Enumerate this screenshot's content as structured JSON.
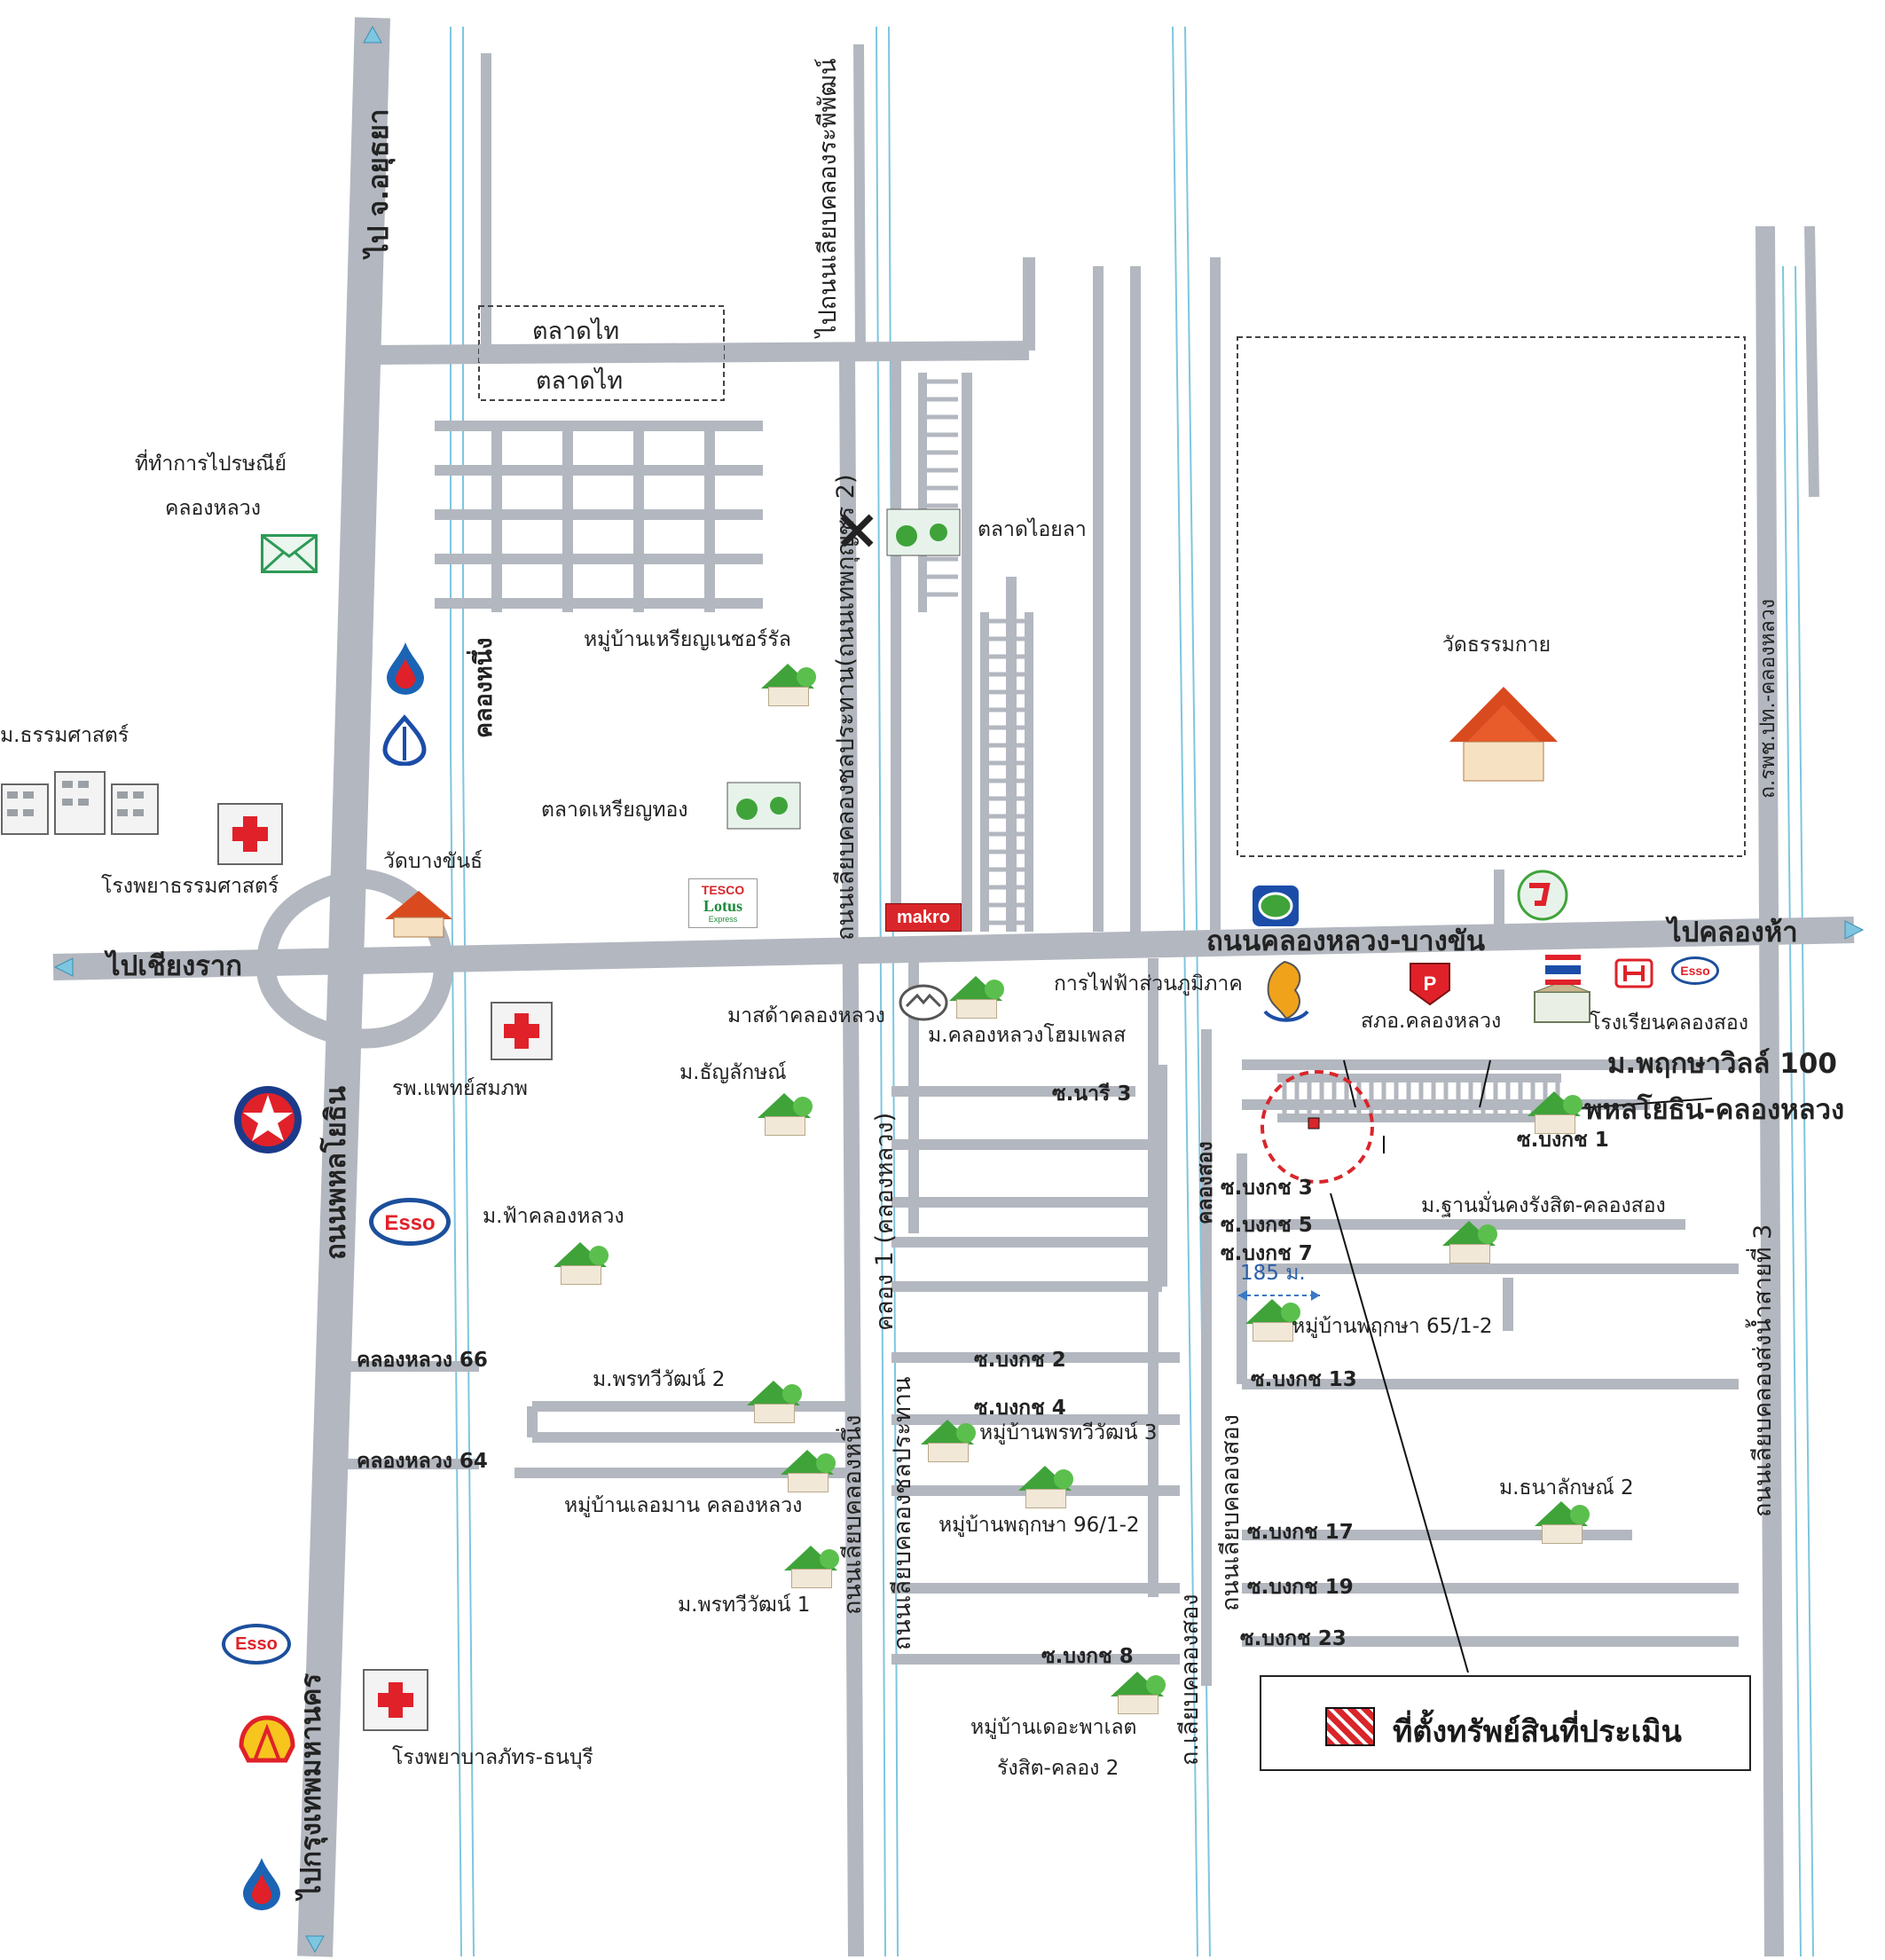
{
  "colors": {
    "road": "#b3b7bf",
    "road_dark": "#a4a9b1",
    "canal": "#7ec6df",
    "legend_marker": "#d9262b",
    "house_green": "#3fa33a",
    "esso_blue": "#1c4f9c",
    "esso_red": "#e0212a",
    "ptt_blue": "#1b64b4",
    "temple_roof": "#d94a1f"
  },
  "roads": {
    "phahonyothin": "ถนนพหลโยธิน",
    "khlong_luang_bang_khan": "ถนนคลองหลวง-บางขัน",
    "canal_road_premprachakorn": "ถนนเลียบคลองชลประทาน(ถนนเทพกุญชร 2)",
    "to_canal_road_phraphimol": "ไปถนนเลียบคลองระพีพัฒน์",
    "khlong_song_road_1": "ถนนเลียบคลองสอง",
    "khlong_song_road_2": "ถ.เลียบคลองสอง",
    "khlong_1_road": "ถนนเลียบคลองหนึ่ง",
    "khlong_1_label": "คลอง 1 (คลองหลวง)",
    "canal_road_chonprathan": "ถนนเลียบคลองชลประทาน",
    "right_road": "ถ.รพช.ปท.-คลองหลวง",
    "right_canal_road": "ถนนเลียบคลองส่งน้ำสายที่ 3",
    "khlong_nueng": "คลองหนึ่ง",
    "khlong_song": "คลองสอง",
    "to_ayutthaya": "ไป จ.อยุธยา",
    "to_bangkok": "ไปกรุงเทพมหานคร",
    "to_chiang_rak": "ไปเชียงราก",
    "to_khlong_ha": "ไปคลองห้า"
  },
  "sois": {
    "nari_3": "ซ.นารี 3",
    "bongkot_1": "ซ.บงกช 1",
    "bongkot_2": "ซ.บงกช 2",
    "bongkot_3": "ซ.บงกช 3",
    "bongkot_4": "ซ.บงกช 4",
    "bongkot_5": "ซ.บงกช 5",
    "bongkot_7": "ซ.บงกช 7",
    "bongkot_8": "ซ.บงกช 8",
    "bongkot_13": "ซ.บงกช 13",
    "bongkot_17": "ซ.บงกช 17",
    "bongkot_19": "ซ.บงกช 19",
    "bongkot_23": "ซ.บงกช 23",
    "khlong_luang_66": "คลองหลวง 66",
    "khlong_luang_64": "คลองหลวง 64"
  },
  "places": {
    "talad_thai_1": "ตลาดไท",
    "talad_thai_2": "ตลาดไท",
    "post_office_1": "ที่ทำการไปรษณีย์",
    "post_office_2": "คลองหลวง",
    "thammasat_u": "ม.ธรรมศาสตร์",
    "thammasat_hospital": "โรงพยาธรรมศาสตร์",
    "wat_bang_khan": "วัดบางขันธ์",
    "rp_phaet_sompop": "รพ.แพทย์สมภพ",
    "m_fa_khlong_luang": "ม.ฟ้าคลองหลวง",
    "m_pornthawee_2": "ม.พรทวีวัฒน์ 2",
    "m_pornthawee_1": "ม.พรทวีวัฒน์ 1",
    "leomarn_village": "หมู่บ้านเลอมาน คลองหลวง",
    "pornthawee_3": "หมู่บ้านพรทวีวัฒน์ 3",
    "pruksa_96": "หมู่บ้านพฤกษา 96/1-2",
    "the_palace_1": "หมู่บ้านเดอะพาเลต",
    "the_palace_2": "รังสิต-คลอง 2",
    "bhattara_hospital": "โรงพยาบาลภัทร-ธนบุรี",
    "tanya_luck": "ม.ธัญลักษณ์",
    "mazda": "มาสด้าคลองหลวง",
    "home_place": "ม.คลองหลวงโฮมเพลส",
    "rien_nature": "หมู่บ้านเหรียญเนชอร์รัล",
    "talad_rien_thong": "ตลาดเหรียญทอง",
    "talad_ai_la": "ตลาดไอยลา",
    "wat_dhammakaya": "วัดธรรมกาย",
    "pea": "การไฟฟ้าส่วนภูมิภาค",
    "police": "สภอ.คลองหลวง",
    "school": "โรงเรียนคลองสอง",
    "pruksa_villa_1": "ม.พฤกษาวิลล์ 100",
    "pruksa_villa_2": "พหลโยธิน-คลองหลวง",
    "thanmankong": "ม.ฐานมั่นคงรังสิต-คลองสอง",
    "pruksa_65": "หมู่บ้านพฤกษา 65/1-2",
    "thanaluck_2": "ม.ธนาลักษณ์ 2",
    "distance": "185 ม."
  },
  "brands": {
    "tesco_1": "TESCO",
    "tesco_2": "Lotus",
    "tesco_3": "Express",
    "makro": "makro",
    "esso": "Esso"
  },
  "legend": {
    "label": "ที่ตั้งทรัพย์สินที่ประเมิน"
  },
  "icons": [
    "mail-icon",
    "ptt-icon",
    "bangchak-icon",
    "building-icon",
    "hospital-icon",
    "temple-icon",
    "house-icon",
    "market-icon",
    "caltex-icon",
    "esso-icon",
    "shell-icon",
    "traffic-light-icon",
    "mazda-icon",
    "bangchak-station-icon",
    "pea-icon",
    "pt-station-icon",
    "honda-icon",
    "school-icon",
    "flag-icon"
  ]
}
